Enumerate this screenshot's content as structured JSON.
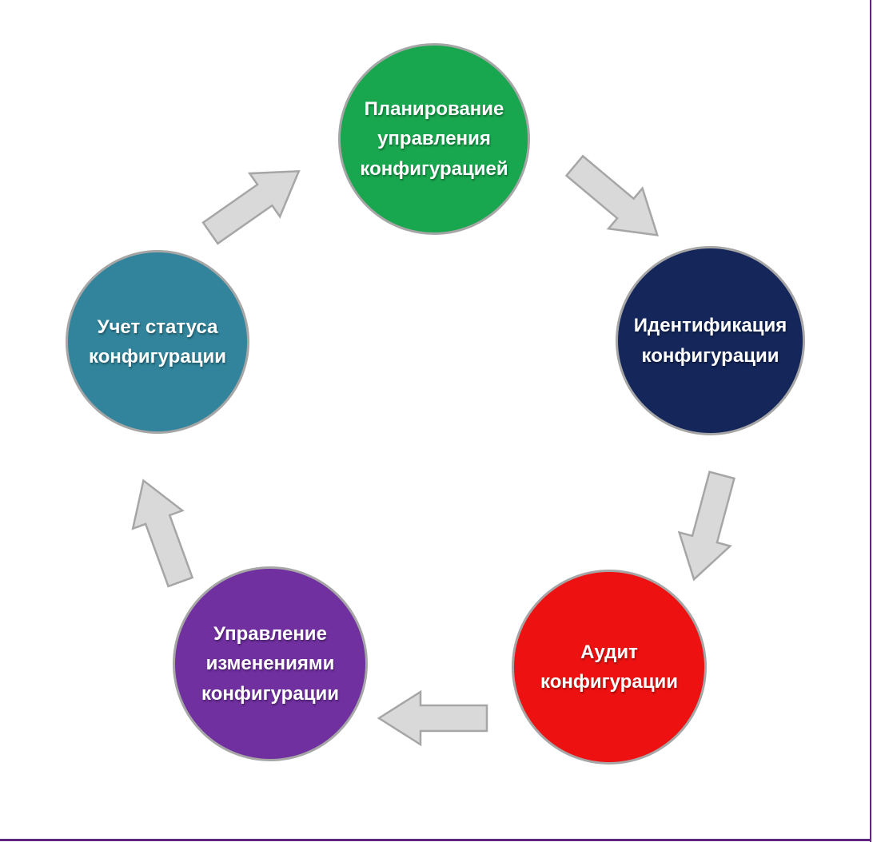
{
  "diagram": {
    "type": "cycle",
    "nodes": [
      {
        "id": "plan",
        "label": "Планирование\nуправления\nконфигурацией",
        "color": "#18a74e"
      },
      {
        "id": "identify",
        "label": "Идентификация\nконфигурации",
        "color": "#14265a"
      },
      {
        "id": "audit",
        "label": "Аудит\nконфигурации",
        "color": "#ee1111"
      },
      {
        "id": "change",
        "label": "Управление\nизменениями\nконфигурации",
        "color": "#7030a0"
      },
      {
        "id": "status",
        "label": "Учет статуса\nконфигурации",
        "color": "#31849b"
      }
    ],
    "arrows": [
      {
        "from": "status",
        "to": "plan",
        "direction": "up-right"
      },
      {
        "from": "plan",
        "to": "identify",
        "direction": "down-right"
      },
      {
        "from": "identify",
        "to": "audit",
        "direction": "down-left"
      },
      {
        "from": "audit",
        "to": "change",
        "direction": "left"
      },
      {
        "from": "change",
        "to": "status",
        "direction": "up-left"
      }
    ],
    "colors": {
      "arrow_fill": "#d9d9d9",
      "arrow_stroke": "#a6a6a6",
      "circle_stroke": "#a6a6a6",
      "label_text": "#ffffff",
      "frame_border": "#602580"
    }
  }
}
